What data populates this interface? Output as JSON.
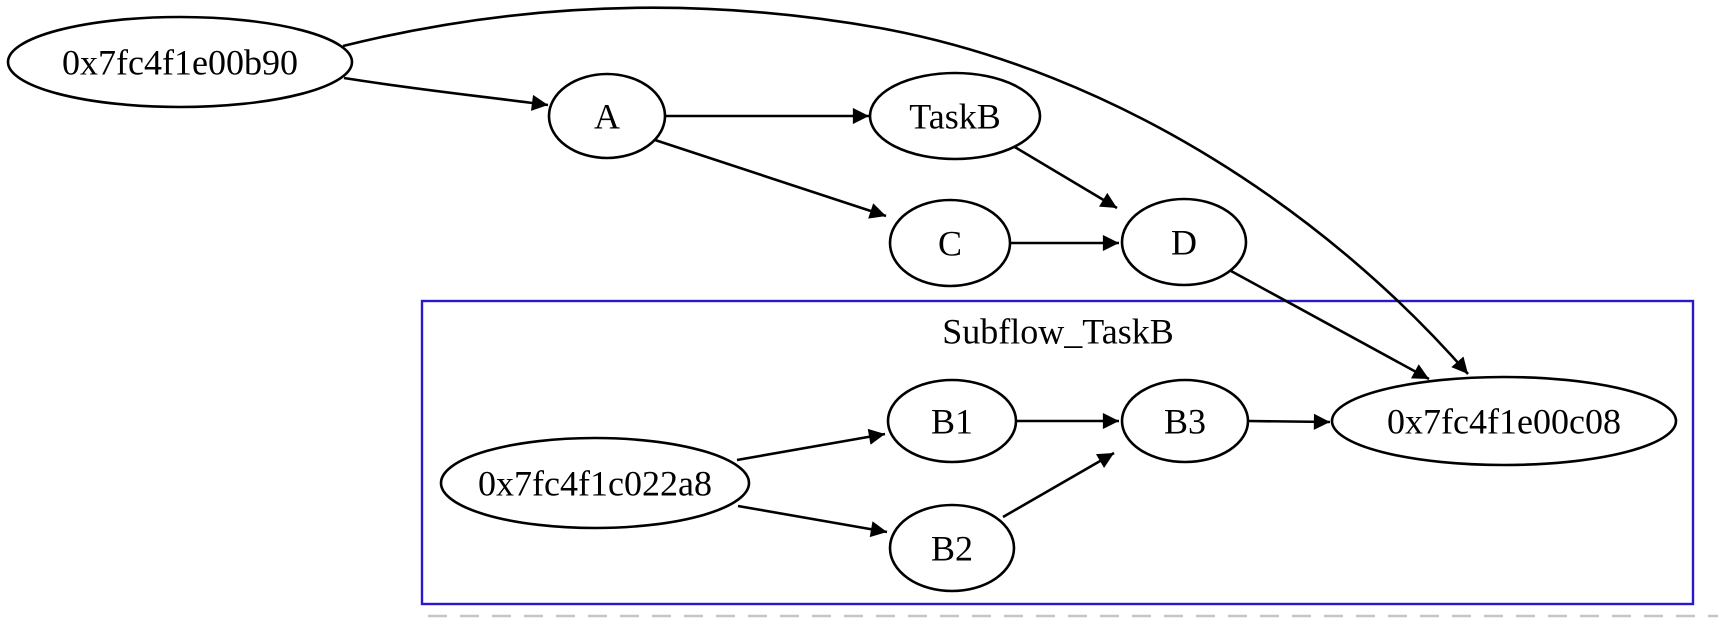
{
  "diagram": {
    "type": "directed-graph",
    "cluster": {
      "label": "Subflow_TaskB",
      "border_color": "#2a17d0"
    },
    "nodes": [
      {
        "id": "flow_start",
        "label": "0x7fc4f1e00b90"
      },
      {
        "id": "A",
        "label": "A"
      },
      {
        "id": "TaskB",
        "label": "TaskB"
      },
      {
        "id": "C",
        "label": "C"
      },
      {
        "id": "D",
        "label": "D"
      },
      {
        "id": "flow_end",
        "label": "0x7fc4f1e00c08"
      },
      {
        "id": "subflow_start",
        "label": "0x7fc4f1c022a8"
      },
      {
        "id": "B1",
        "label": "B1"
      },
      {
        "id": "B2",
        "label": "B2"
      },
      {
        "id": "B3",
        "label": "B3"
      }
    ],
    "edges": [
      {
        "from": "0x7fc4f1e00b90",
        "to": "A"
      },
      {
        "from": "0x7fc4f1e00b90",
        "to": "0x7fc4f1e00c08"
      },
      {
        "from": "A",
        "to": "TaskB"
      },
      {
        "from": "A",
        "to": "C"
      },
      {
        "from": "TaskB",
        "to": "D"
      },
      {
        "from": "C",
        "to": "D"
      },
      {
        "from": "D",
        "to": "0x7fc4f1e00c08"
      },
      {
        "from": "0x7fc4f1c022a8",
        "to": "B1"
      },
      {
        "from": "0x7fc4f1c022a8",
        "to": "B2"
      },
      {
        "from": "B1",
        "to": "B3"
      },
      {
        "from": "B2",
        "to": "B3"
      },
      {
        "from": "B3",
        "to": "0x7fc4f1e00c08"
      }
    ]
  }
}
